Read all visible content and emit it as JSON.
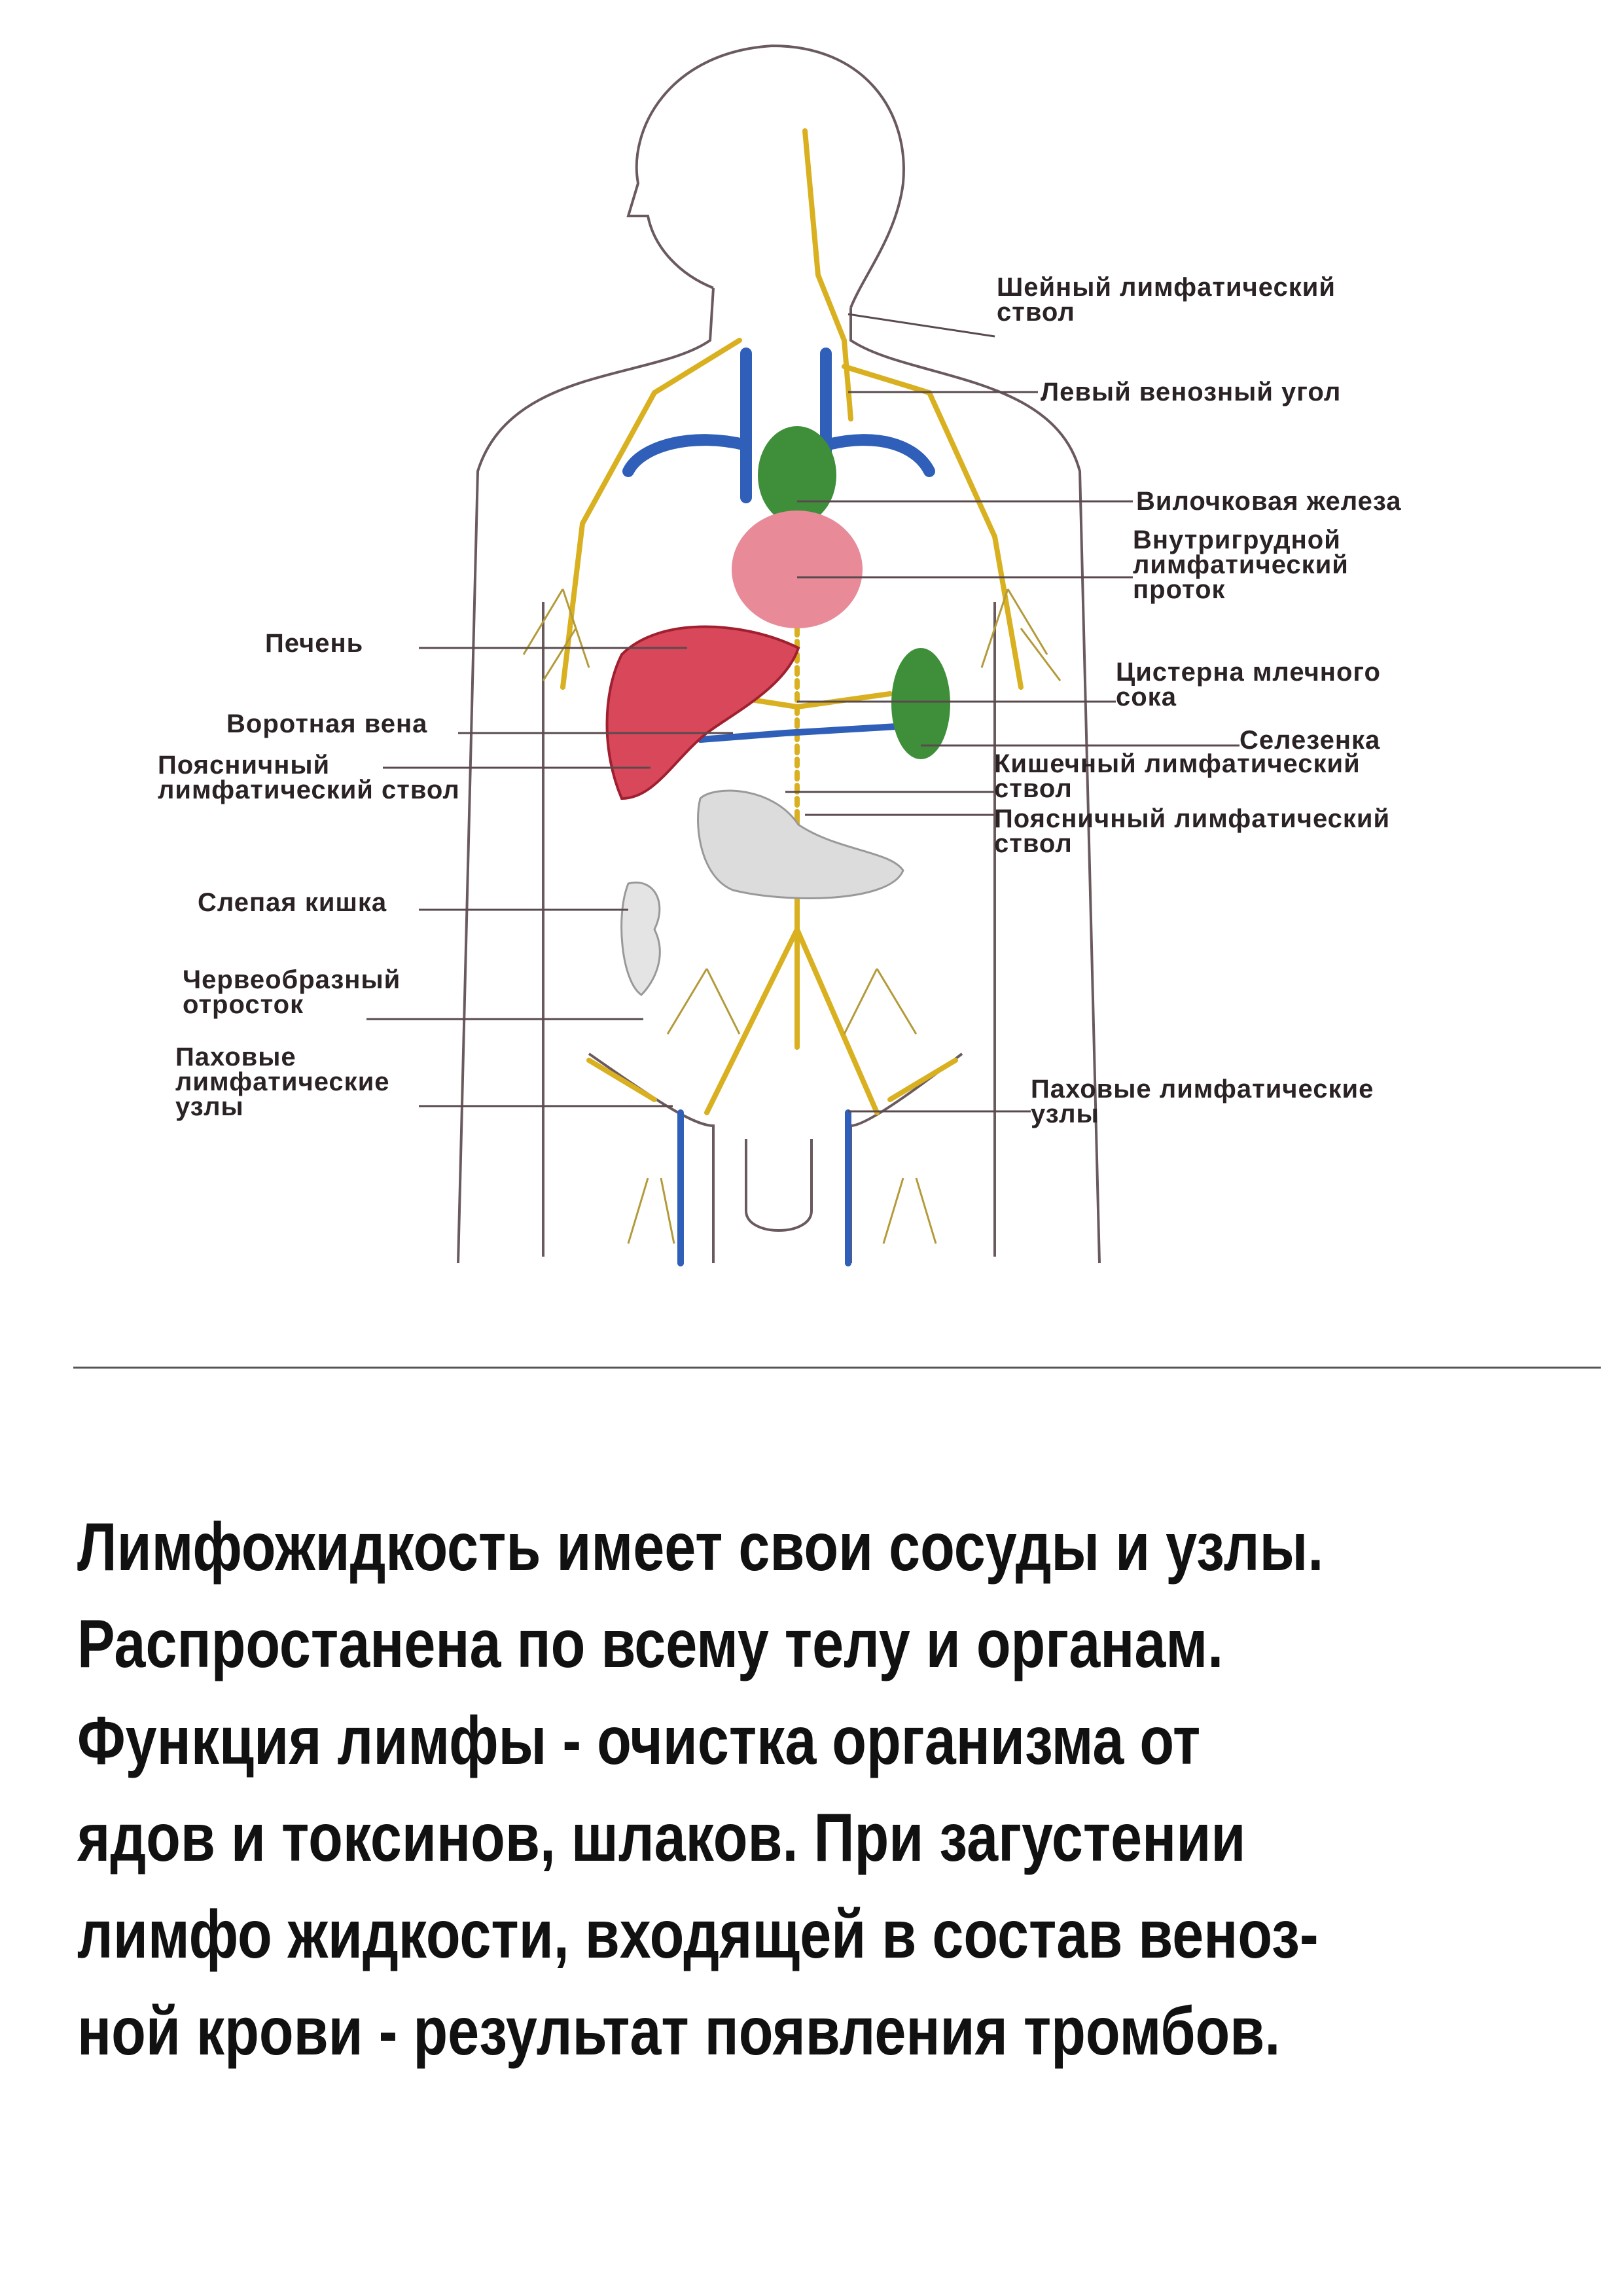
{
  "diagram": {
    "labels_right": {
      "cervical_trunk": [
        "Шейный лимфатический",
        "ствол"
      ],
      "left_venous_angle": "Левый венозный угол",
      "thymus": "Вилочковая железа",
      "thoracic_duct": [
        "Внутригрудной",
        "лимфатический",
        "проток"
      ],
      "cisterna_chyli": [
        "Цистерна млечного",
        "сока"
      ],
      "spleen": "Селезенка",
      "intestinal_trunk": [
        "Кишечный лимфатический",
        "ствол"
      ],
      "lumbar_trunk": [
        "Поясничный лимфатический",
        "ствол"
      ],
      "inguinal_nodes": [
        "Паховые лимфатические",
        "узлы"
      ]
    },
    "labels_left": {
      "liver": "Печень",
      "portal_vein": "Воротная вена",
      "lumbar_trunk": [
        "Поясничный",
        "лимфатический ствол"
      ],
      "cecum": "Слепая кишка",
      "appendix": [
        "Червеобразный",
        "отросток"
      ],
      "inguinal_nodes": [
        "Паховые",
        "лимфатические",
        "узлы"
      ]
    },
    "colors": {
      "vein": "#2f5fb8",
      "lymph": "#d9b020",
      "heart": "#e88a98",
      "liver": "#d8485a",
      "thymus": "#3e8e3a",
      "outline": "#6a5a5e"
    }
  },
  "text": {
    "lines": [
      "Лимфожидкость имеет свои сосуды и узлы.",
      "Распростанена по всему телу и органам.",
      "Функция лимфы - очистка организма от",
      "ядов и токсинов, шлаков. При загустении",
      "лимфо жидкости, входящей в состав веноз-",
      "ной крови - результат появления тромбов."
    ]
  }
}
